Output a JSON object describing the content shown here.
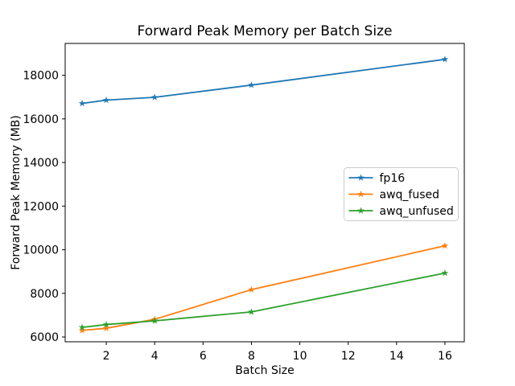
{
  "chart_data": {
    "type": "line",
    "title": "Forward Peak Memory per Batch Size",
    "xlabel": "Batch Size",
    "ylabel": "Forward Peak Memory (MB)",
    "x": [
      1,
      2,
      4,
      8,
      16
    ],
    "series": [
      {
        "name": "fp16",
        "color": "#1f77b4",
        "marker": "star",
        "values": [
          16710,
          16860,
          16990,
          17550,
          18730
        ]
      },
      {
        "name": "awq_fused",
        "color": "#ff7f0e",
        "marker": "star",
        "values": [
          6300,
          6400,
          6810,
          8170,
          10180
        ]
      },
      {
        "name": "awq_unfused",
        "color": "#2ca02c",
        "marker": "star",
        "values": [
          6440,
          6570,
          6740,
          7150,
          8930
        ]
      }
    ],
    "xticks": [
      2,
      4,
      6,
      8,
      10,
      12,
      14,
      16
    ],
    "yticks": [
      6000,
      8000,
      10000,
      12000,
      14000,
      16000,
      18000
    ],
    "xlim": [
      0.3,
      16.8
    ],
    "ylim": [
      5780,
      19460
    ],
    "grid": false,
    "legend": {
      "position": "center-right",
      "labels": [
        "fp16",
        "awq_fused",
        "awq_unfused"
      ]
    },
    "frame_color": "#000000",
    "legend_border_color": "#cccccc",
    "background_color": "#ffffff"
  }
}
